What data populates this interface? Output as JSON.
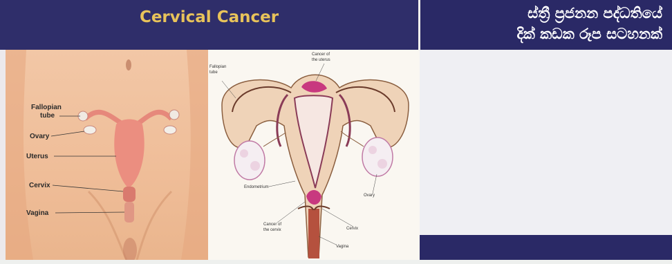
{
  "header": {
    "title": "Cervical Cancer",
    "sinhala_line1": "ස්ත්‍රී ප්‍රජනන පද්ධතියේ",
    "sinhala_line2": "දික් කඩක රූප සටහනක්"
  },
  "photo_labels": {
    "fallopian_tube_1": "Fallopian",
    "fallopian_tube_2": "tube",
    "ovary": "Ovary",
    "uterus": "Uterus",
    "cervix": "Cervix",
    "vagina": "Vagina"
  },
  "diagram_labels": {
    "fallopian_tube_1": "Fallopian",
    "fallopian_tube_2": "tube",
    "cancer_uterus_1": "Cancer of",
    "cancer_uterus_2": "the uterus",
    "endometrium": "Endometrium",
    "ovary": "Ovary",
    "cancer_cervix_1": "Cancer of",
    "cancer_cervix_2": "the cervix",
    "cervix": "Cervix",
    "vagina": "Vagina"
  },
  "colors": {
    "header_bg": "#2f2e6a",
    "title": "#e8c35a",
    "uterus": "#e98f82",
    "cancer": "#c8397f"
  }
}
